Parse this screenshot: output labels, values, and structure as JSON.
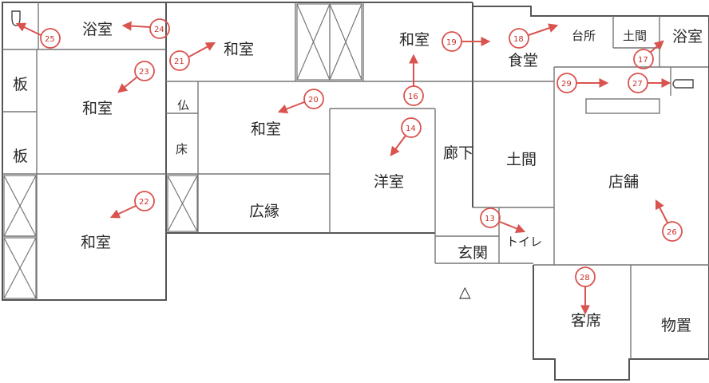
{
  "rooms": {
    "bath_left": "浴室",
    "washitsu_top": "和室",
    "washitsu_left_mid": "和室",
    "washitsu_left_bottom": "和室",
    "ita_1": "板",
    "ita_2": "板",
    "butsu": "仏",
    "toko": "床",
    "washitsu_center": "和室",
    "hiroen": "広縁",
    "washitsu_north": "和室",
    "yoshitsu": "洋室",
    "rouka": "廊下",
    "genkan": "玄関",
    "shokudo": "食堂",
    "daidokoro": "台所",
    "doma_small": "土間",
    "bath_right": "浴室",
    "doma": "土間",
    "toilet": "トイレ",
    "tenpo": "店舗",
    "kyakuseki": "客席",
    "monooki": "物置"
  },
  "entrance_mark": "△",
  "markers": {
    "m25": "25",
    "m24": "24",
    "m23": "23",
    "m21": "21",
    "m20": "20",
    "m22": "22",
    "m19": "19",
    "m16": "16",
    "m14": "14",
    "m18": "18",
    "m17": "17",
    "m29": "29",
    "m27": "27",
    "m13": "13",
    "m26": "26",
    "m28": "28"
  }
}
